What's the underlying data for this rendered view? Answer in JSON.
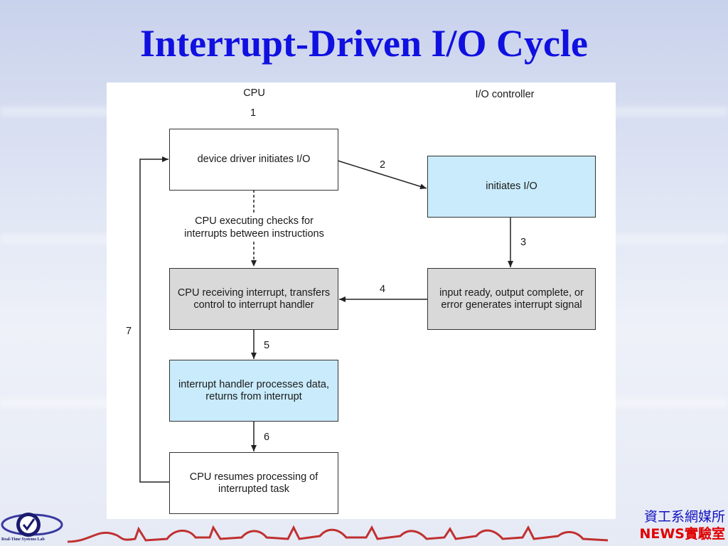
{
  "slide": {
    "title": "Interrupt-Driven I/O Cycle"
  },
  "diagram": {
    "columns": {
      "cpu": "CPU",
      "io": "I/O controller"
    },
    "boxes": {
      "device_driver": "device driver initiates I/O",
      "initiates_io": "initiates I/O",
      "cpu_receiving": "CPU receiving interrupt, transfers control to interrupt handler",
      "input_ready": "input ready, output complete, or error generates interrupt signal",
      "handler_processes": "interrupt handler processes data, returns from interrupt",
      "cpu_resumes": "CPU resumes processing of interrupted task"
    },
    "note": {
      "line1": "CPU executing checks for",
      "line2": "interrupts between instructions"
    },
    "steps": {
      "s1": "1",
      "s2": "2",
      "s3": "3",
      "s4": "4",
      "s5": "5",
      "s6": "6",
      "s7": "7"
    },
    "colors": {
      "blue_box": "#c9ebfb",
      "gray_box": "#d9d9d9",
      "title": "#1010e0"
    }
  },
  "footer": {
    "logo_text": "Real-Time Systems Lab",
    "lab_line1": "資工系網媒所",
    "lab_line2_prefix": "NEWS",
    "lab_line2_suffix": "實驗室"
  }
}
